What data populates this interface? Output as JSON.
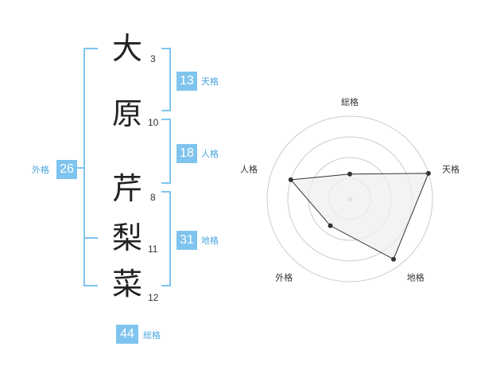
{
  "name": [
    {
      "char": "大",
      "strokes": "3"
    },
    {
      "char": "原",
      "strokes": "10"
    },
    {
      "char": "芹",
      "strokes": "8"
    },
    {
      "char": "梨",
      "strokes": "11"
    },
    {
      "char": "菜",
      "strokes": "12"
    }
  ],
  "kaku": {
    "ten": {
      "label": "天格",
      "value": "13"
    },
    "jin": {
      "label": "人格",
      "value": "18"
    },
    "chi": {
      "label": "地格",
      "value": "31"
    },
    "gai": {
      "label": "外格",
      "value": "26"
    },
    "sou": {
      "label": "総格",
      "value": "44"
    }
  },
  "chart_data": {
    "type": "radar",
    "axes": [
      "総格",
      "天格",
      "地格",
      "外格",
      "人格"
    ],
    "values": [
      0.3,
      1.0,
      0.9,
      0.4,
      0.75
    ],
    "rings": 4,
    "colors": {
      "fill": "#eeeeee",
      "line": "#333333",
      "ring": "#cccccc",
      "center": "#cccccc"
    }
  },
  "colors": {
    "accent": "#7fc4ee",
    "accent_text": "#4aa5de"
  }
}
